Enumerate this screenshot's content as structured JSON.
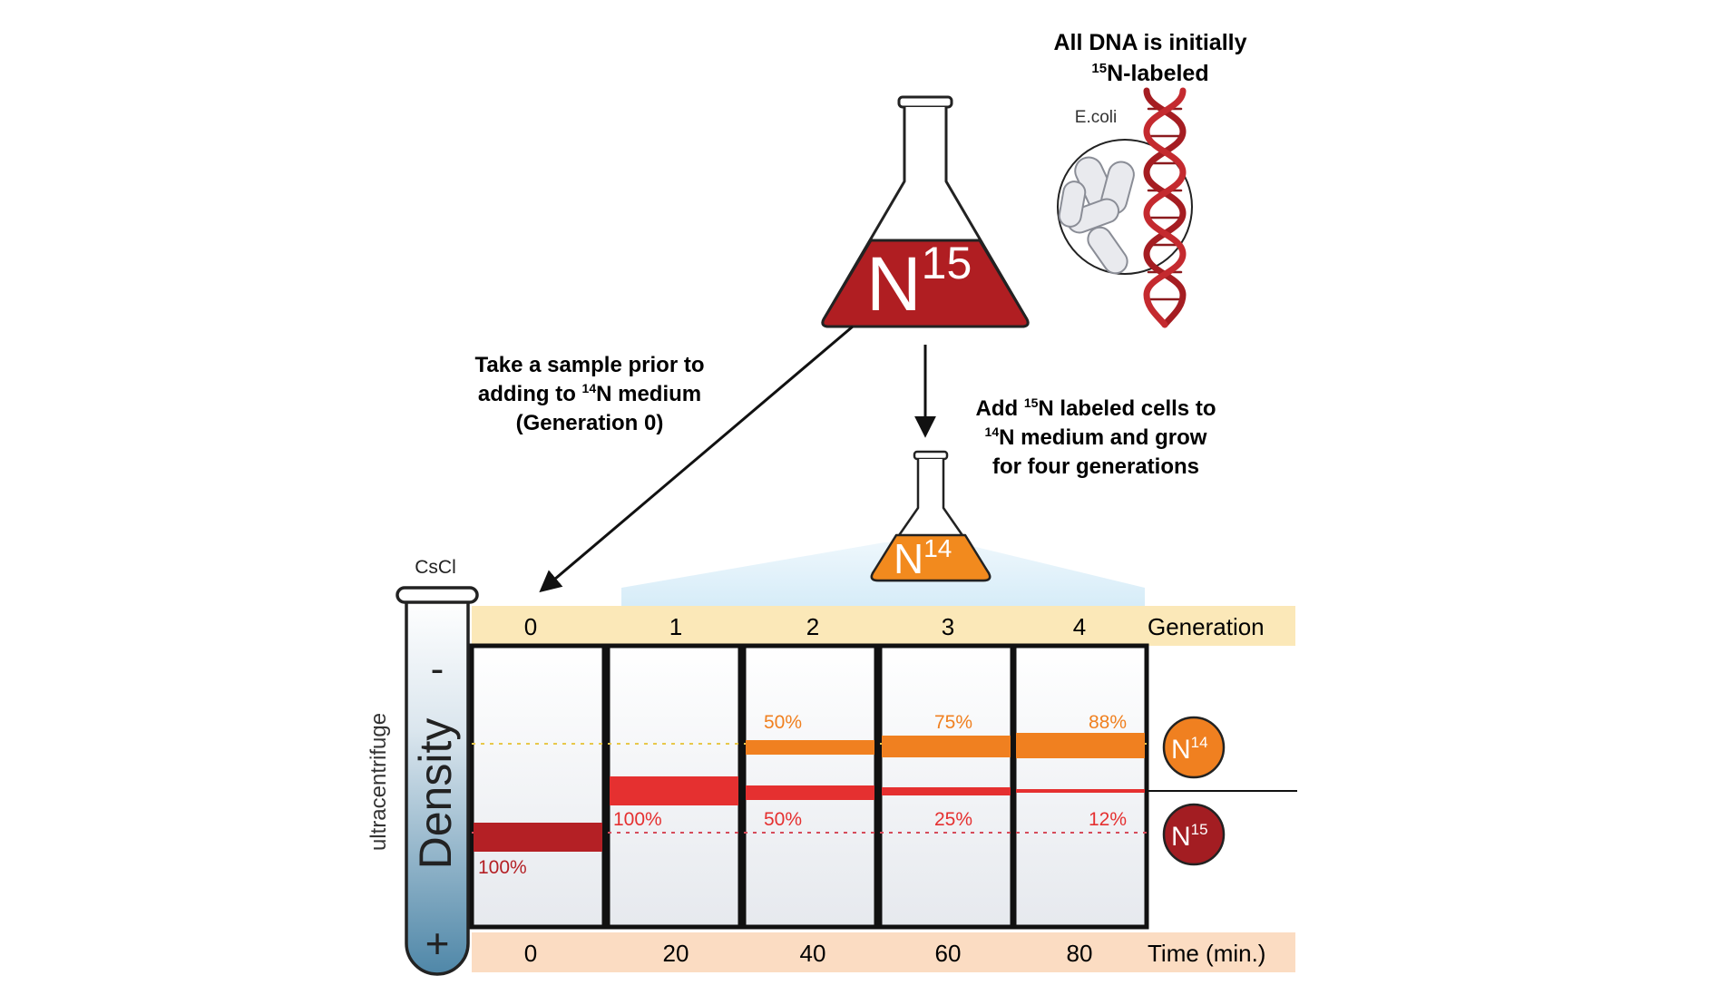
{
  "top_text": {
    "line1": "All DNA is initially",
    "line2_sup": "15",
    "line2_rest": "N-labeled",
    "ecoli": "E.coli"
  },
  "flask_big": {
    "main": "N",
    "sup": "15"
  },
  "flask_small": {
    "main": "N",
    "sup": "14"
  },
  "sample_text": {
    "line1": "Take a sample prior to",
    "line2_pre": "adding to ",
    "line2_sup": "14",
    "line2_rest": "N medium",
    "line3": "(Generation 0)"
  },
  "add_text": {
    "line1_pre": "Add ",
    "line1_sup": "15",
    "line1_rest": "N labeled cells to",
    "line2_sup": "14",
    "line2_rest": "N medium and grow",
    "line3": "for four generations"
  },
  "tube": {
    "label": "CsCl",
    "density": "Density",
    "ultracentrifuge": "ultracentrifuge",
    "minus": "-",
    "plus": "+"
  },
  "generation": {
    "label": "Generation",
    "values": [
      "0",
      "1",
      "2",
      "3",
      "4"
    ]
  },
  "time": {
    "label": "Time (min.)",
    "values": [
      "0",
      "20",
      "40",
      "60",
      "80"
    ]
  },
  "columns": [
    {
      "generation": "0",
      "time": "0",
      "heavy": {
        "label": "100%",
        "fraction": 1.0
      }
    },
    {
      "generation": "1",
      "time": "20",
      "hybrid": {
        "label": "100%",
        "fraction": 1.0
      }
    },
    {
      "generation": "2",
      "time": "40",
      "light": {
        "label": "50%",
        "fraction": 0.5
      },
      "hybrid": {
        "label": "50%",
        "fraction": 0.5
      }
    },
    {
      "generation": "3",
      "time": "60",
      "light": {
        "label": "75%",
        "fraction": 0.75
      },
      "hybrid": {
        "label": "25%",
        "fraction": 0.25
      }
    },
    {
      "generation": "4",
      "time": "80",
      "light": {
        "label": "88%",
        "fraction": 0.88
      },
      "hybrid": {
        "label": "12%",
        "fraction": 0.12
      }
    }
  ],
  "markers": {
    "n14": {
      "main": "N",
      "sup": "14"
    },
    "n15": {
      "main": "N",
      "sup": "15"
    }
  },
  "colors": {
    "heavy": "#b42025",
    "hybrid": "#e53030",
    "light": "#f08020",
    "flask_red": "#b01e22",
    "flask_orange": "#f28a1e",
    "gen_band": "#fbe8b8",
    "time_band": "#fbdcc2"
  }
}
